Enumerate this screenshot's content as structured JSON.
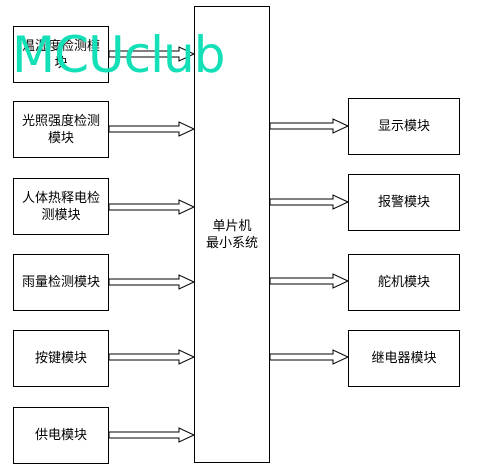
{
  "diagram": {
    "inputs": [
      {
        "label": "温湿度检测模块"
      },
      {
        "label": "光照强度检测模块"
      },
      {
        "label": "人体热释电检测模块"
      },
      {
        "label": "雨量检测模块"
      },
      {
        "label": "按键模块"
      },
      {
        "label": "供电模块"
      }
    ],
    "controller": {
      "label": "单片机\n最小系统"
    },
    "outputs": [
      {
        "label": "显示模块"
      },
      {
        "label": "报警模块"
      },
      {
        "label": "舵机模块"
      },
      {
        "label": "继电器模块"
      }
    ]
  },
  "watermark": {
    "text": "MCUclub",
    "color": "#14e0b8"
  }
}
